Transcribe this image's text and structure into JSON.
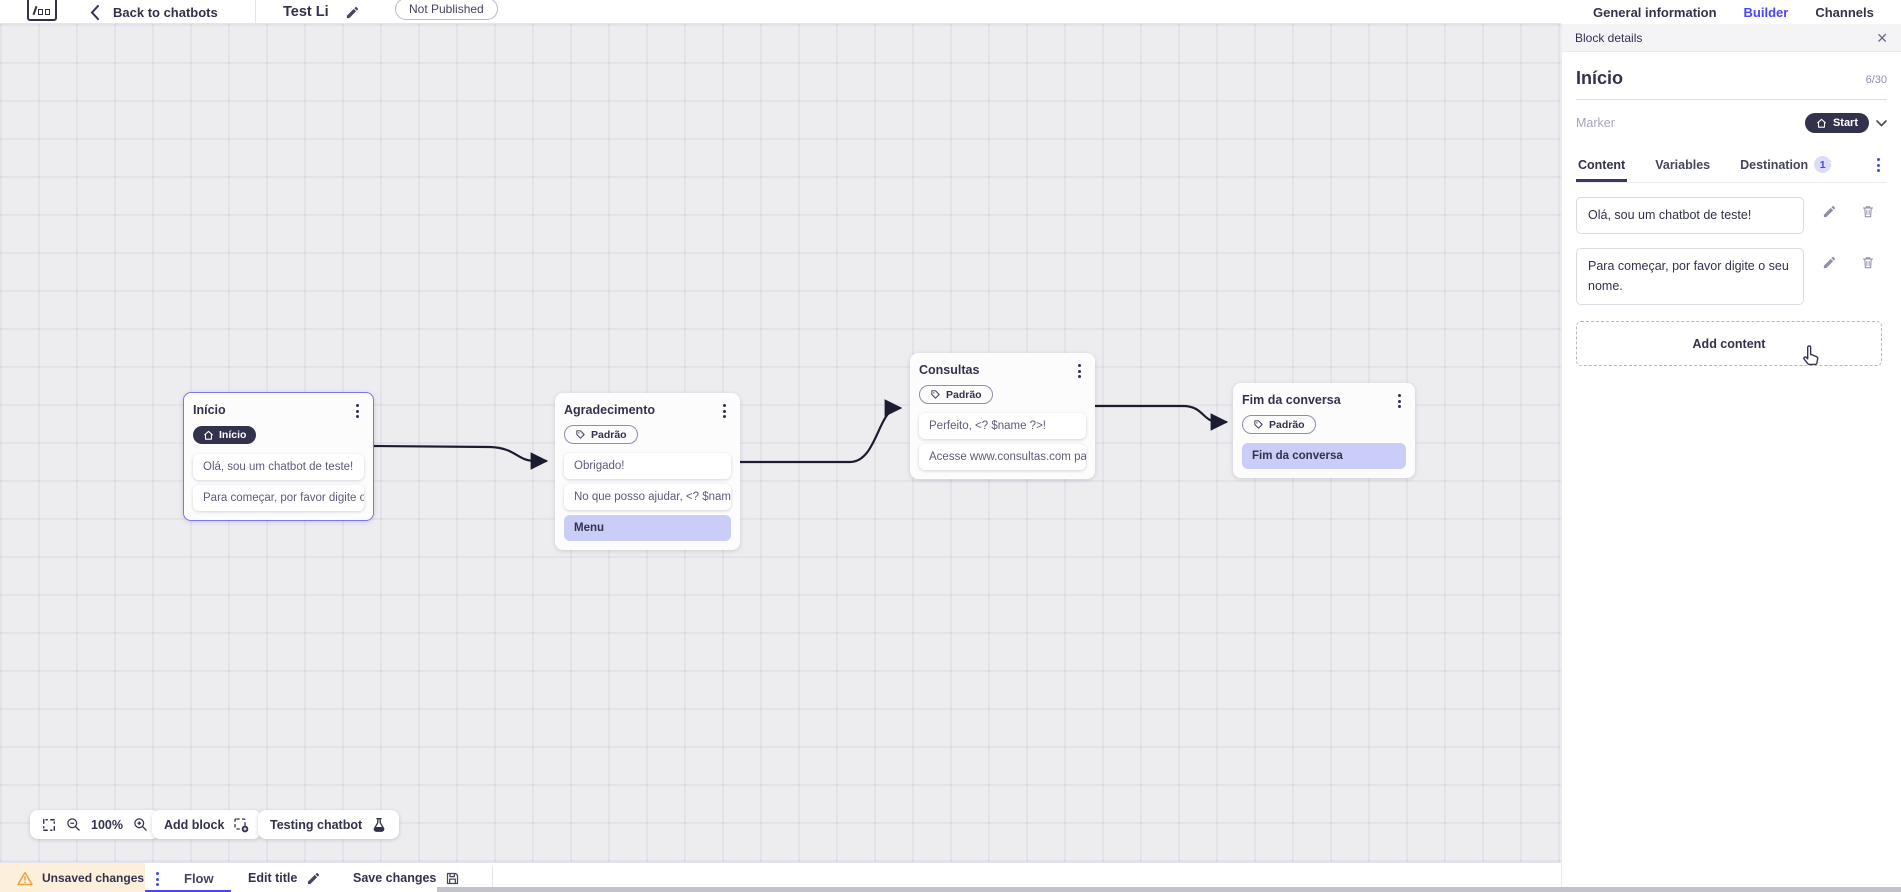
{
  "colors": {
    "accent": "#4945ff",
    "dark": "#32324d",
    "highlight_card": "#c9cdf7",
    "warning_bg": "#fcf0dc",
    "canvas_bg": "#ededf0"
  },
  "icons": {
    "close": "✕",
    "back-chevron": "‹",
    "edit-pencil": "pencil",
    "home": "house",
    "tag": "price-tag",
    "kebab": "vertical-dots",
    "trash": "trash-can",
    "fullscreen": "corner-brackets",
    "zoom-out": "magnifier-minus",
    "zoom-in": "magnifier-plus",
    "add-block": "dashed-square-plus",
    "flask": "erlenmeyer-flask",
    "warning": "triangle-exclamation",
    "save": "floppy-disk",
    "hand-cursor": "pointer-hand",
    "chevron-down": "▾"
  },
  "topbar": {
    "back_label": "Back to chatbots",
    "title": "Test Li",
    "status_badge": "Not Published",
    "tabs": [
      {
        "label": "General information"
      },
      {
        "label": "Builder"
      },
      {
        "label": "Channels"
      }
    ]
  },
  "panel": {
    "header": "Block details",
    "block_name": "Início",
    "char_counter": "6/30",
    "marker_label": "Marker",
    "marker_value": "Start",
    "tabs": {
      "content": "Content",
      "variables": "Variables",
      "destination": "Destination",
      "destination_count": "1"
    },
    "contents": [
      {
        "text": "Olá, sou um chatbot de teste!"
      },
      {
        "text": "Para começar, por favor digite o seu nome."
      }
    ],
    "add_content_label": "Add content"
  },
  "canvas": {
    "zoom_level": "100%",
    "add_block_label": "Add block",
    "testing_label": "Testing chatbot",
    "nodes": [
      {
        "title": "Início",
        "badge": "Início",
        "cards": [
          {
            "text": "Olá, sou um chatbot de teste!"
          },
          {
            "text": "Para começar, por favor digite o ..."
          }
        ]
      },
      {
        "title": "Agradecimento",
        "tag": "Padrão",
        "cards": [
          {
            "text": "Obrigado!"
          },
          {
            "text": "No que posso ajudar, <? $name ..."
          },
          {
            "text": "Menu",
            "highlight": true
          }
        ]
      },
      {
        "title": "Consultas",
        "tag": "Padrão",
        "cards": [
          {
            "text": "Perfeito, <? $name ?>!"
          },
          {
            "text": "Acesse www.consultas.com par..."
          }
        ]
      },
      {
        "title": "Fim da conversa",
        "tag": "Padrão",
        "cards": [
          {
            "text": "Fim da conversa",
            "highlight": true
          }
        ]
      }
    ]
  },
  "bottombar": {
    "unsaved_label": "Unsaved changes",
    "flow_tab": "Flow",
    "edit_title_label": "Edit title",
    "save_label": "Save changes"
  }
}
